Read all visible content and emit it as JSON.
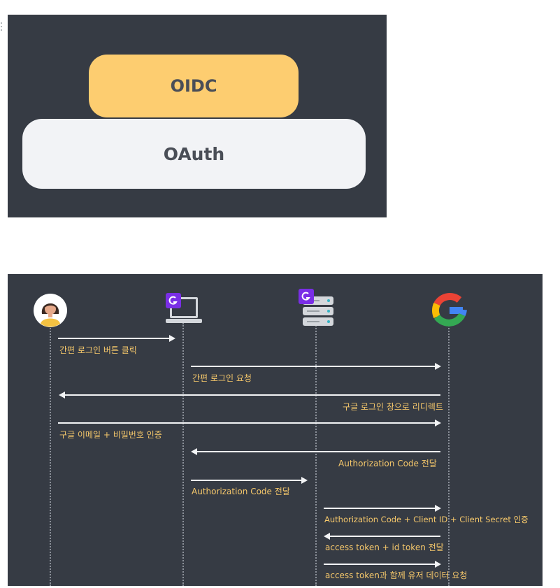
{
  "panel_top": {
    "oidc_label": "OIDC",
    "oauth_label": "OAuth",
    "colors": {
      "background": "#363b44",
      "oidc": "#fdcd70",
      "oauth": "#f2f3f6",
      "text": "#4a4e57"
    }
  },
  "sequence": {
    "actors": [
      {
        "name": "user",
        "icon": "user-avatar-icon"
      },
      {
        "name": "client",
        "icon": "laptop-icon"
      },
      {
        "name": "server",
        "icon": "server-icon"
      },
      {
        "name": "google",
        "icon": "google-logo-icon"
      }
    ],
    "messages": [
      {
        "label": "간편 로그인 버튼 클릭",
        "from": "user",
        "to": "client"
      },
      {
        "label": "간편 로그인 요청",
        "from": "client",
        "to": "google"
      },
      {
        "label": "구글 로그인 창으로 리디렉트",
        "from": "google",
        "to": "user"
      },
      {
        "label": "구글 이메일 + 비밀번호 인증",
        "from": "user",
        "to": "google"
      },
      {
        "label": "Authorization Code 전달",
        "from": "google",
        "to": "client"
      },
      {
        "label": "Authorization Code 전달",
        "from": "client",
        "to": "server"
      },
      {
        "label": "Authorization Code + Client ID + Client Secret 인증",
        "from": "server",
        "to": "google"
      },
      {
        "label": "access token + id token 전달",
        "from": "google",
        "to": "server"
      },
      {
        "label": "access token과 함께 유저 데이터 요청",
        "from": "server",
        "to": "google"
      }
    ],
    "colors": {
      "background": "#363b44",
      "label": "#f6c86b",
      "arrow": "#f3f4f6",
      "badge": "#7a2ee6"
    }
  }
}
